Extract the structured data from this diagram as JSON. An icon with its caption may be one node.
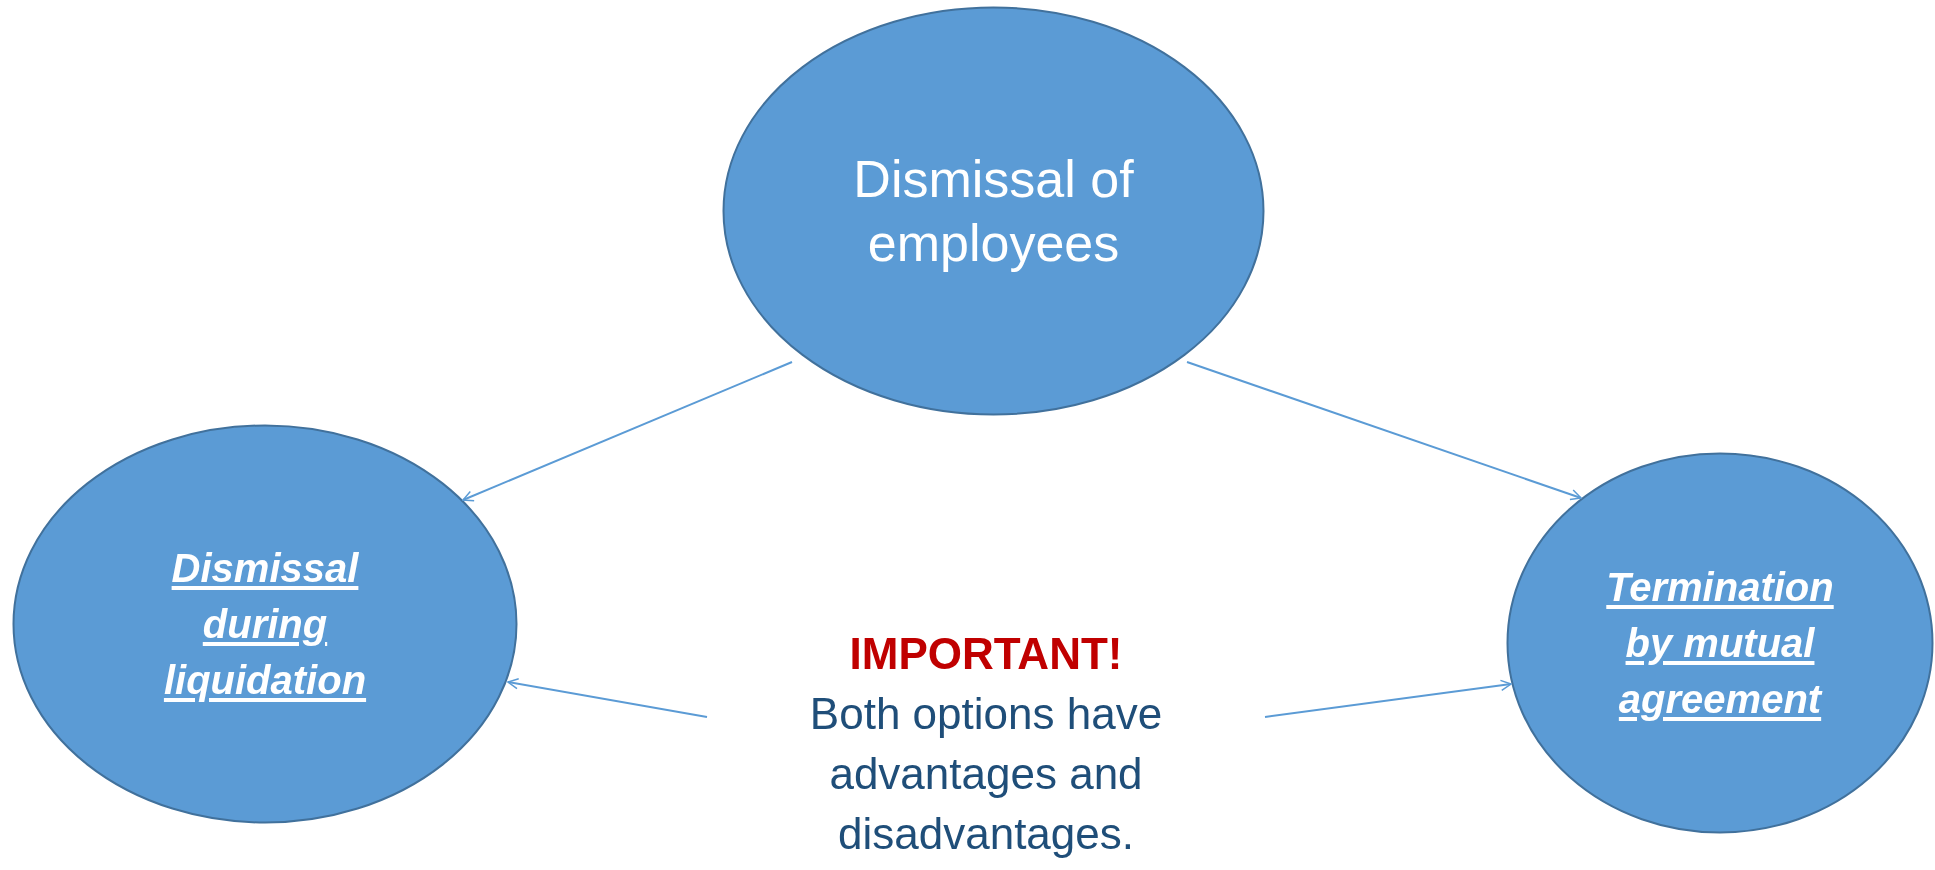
{
  "diagram": {
    "nodes": [
      {
        "text": [
          "Dismissal of employees"
        ]
      },
      {
        "text": [
          "Dismissal during liquidation"
        ]
      },
      {
        "text": [
          "Termination by mutual agreement"
        ]
      },
      {
        "text": [
          "IMPORTANT!",
          "Both options have advantages and disadvantages."
        ]
      }
    ],
    "edges": [
      {
        "from": 0,
        "to": 1,
        "arrow": "to"
      },
      {
        "from": 0,
        "to": 2,
        "arrow": "to"
      },
      {
        "from": 3,
        "to": 1,
        "arrow": "to"
      },
      {
        "from": 3,
        "to": 2,
        "arrow": "to"
      }
    ]
  }
}
